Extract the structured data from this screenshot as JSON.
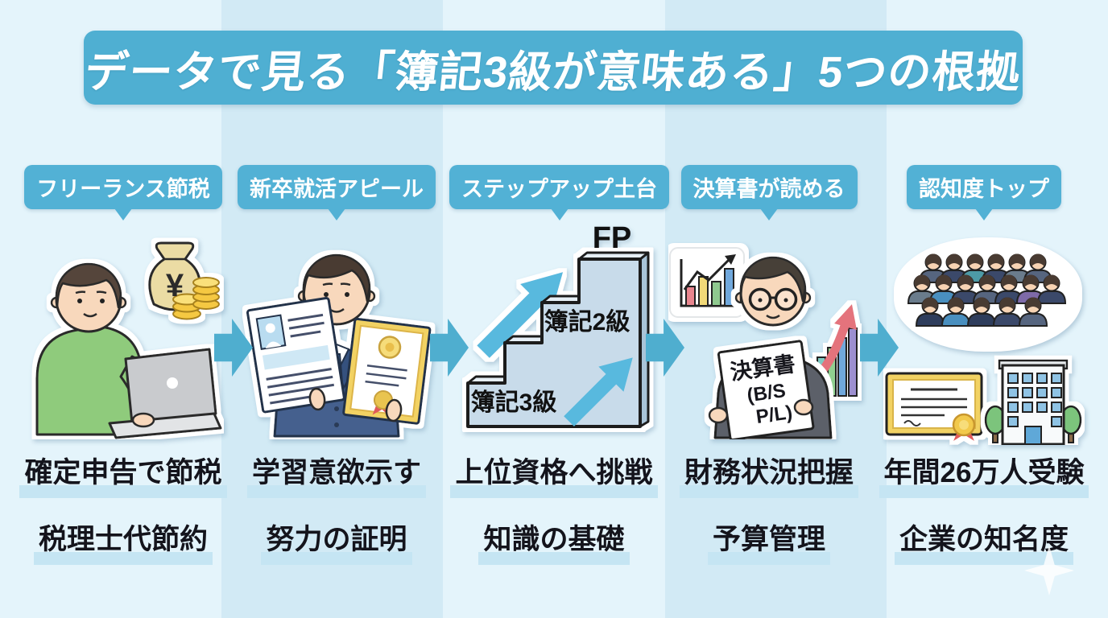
{
  "title": {
    "text": "データで見る「簿記3級が意味ある」5つの根拠"
  },
  "colors": {
    "banner_blue": "#4FAFD2",
    "badge_blue": "#52B1D5",
    "arrow_blue": "#4FAECF",
    "band_light": "#E4F4FB",
    "band_dark": "#D2EAF5",
    "caption_text": "#14141C",
    "caption_highlight": "#C5E5F3"
  },
  "columns": [
    {
      "badge": "フリーランス節税",
      "line1": "確定申告で節税",
      "line2": "税理士代節約",
      "moneybag_symbol": "¥"
    },
    {
      "badge": "新卒就活アピール",
      "line1": "学習意欲示す",
      "line2": "努力の証明"
    },
    {
      "badge": "ステップアップ土台",
      "line1": "上位資格へ挑戦",
      "line2": "知識の基礎",
      "stairs": {
        "bottom": "簿記3級",
        "middle": "簿記2級",
        "top": "FP"
      }
    },
    {
      "badge": "決算書が読める",
      "line1": "財務状況把握",
      "line2": "予算管理",
      "document": {
        "title": "決算書",
        "line2": "(B/S",
        "line3": "P/L)"
      }
    },
    {
      "badge": "認知度トップ",
      "line1": "年間26万人受験",
      "line2": "企業の知名度"
    }
  ]
}
